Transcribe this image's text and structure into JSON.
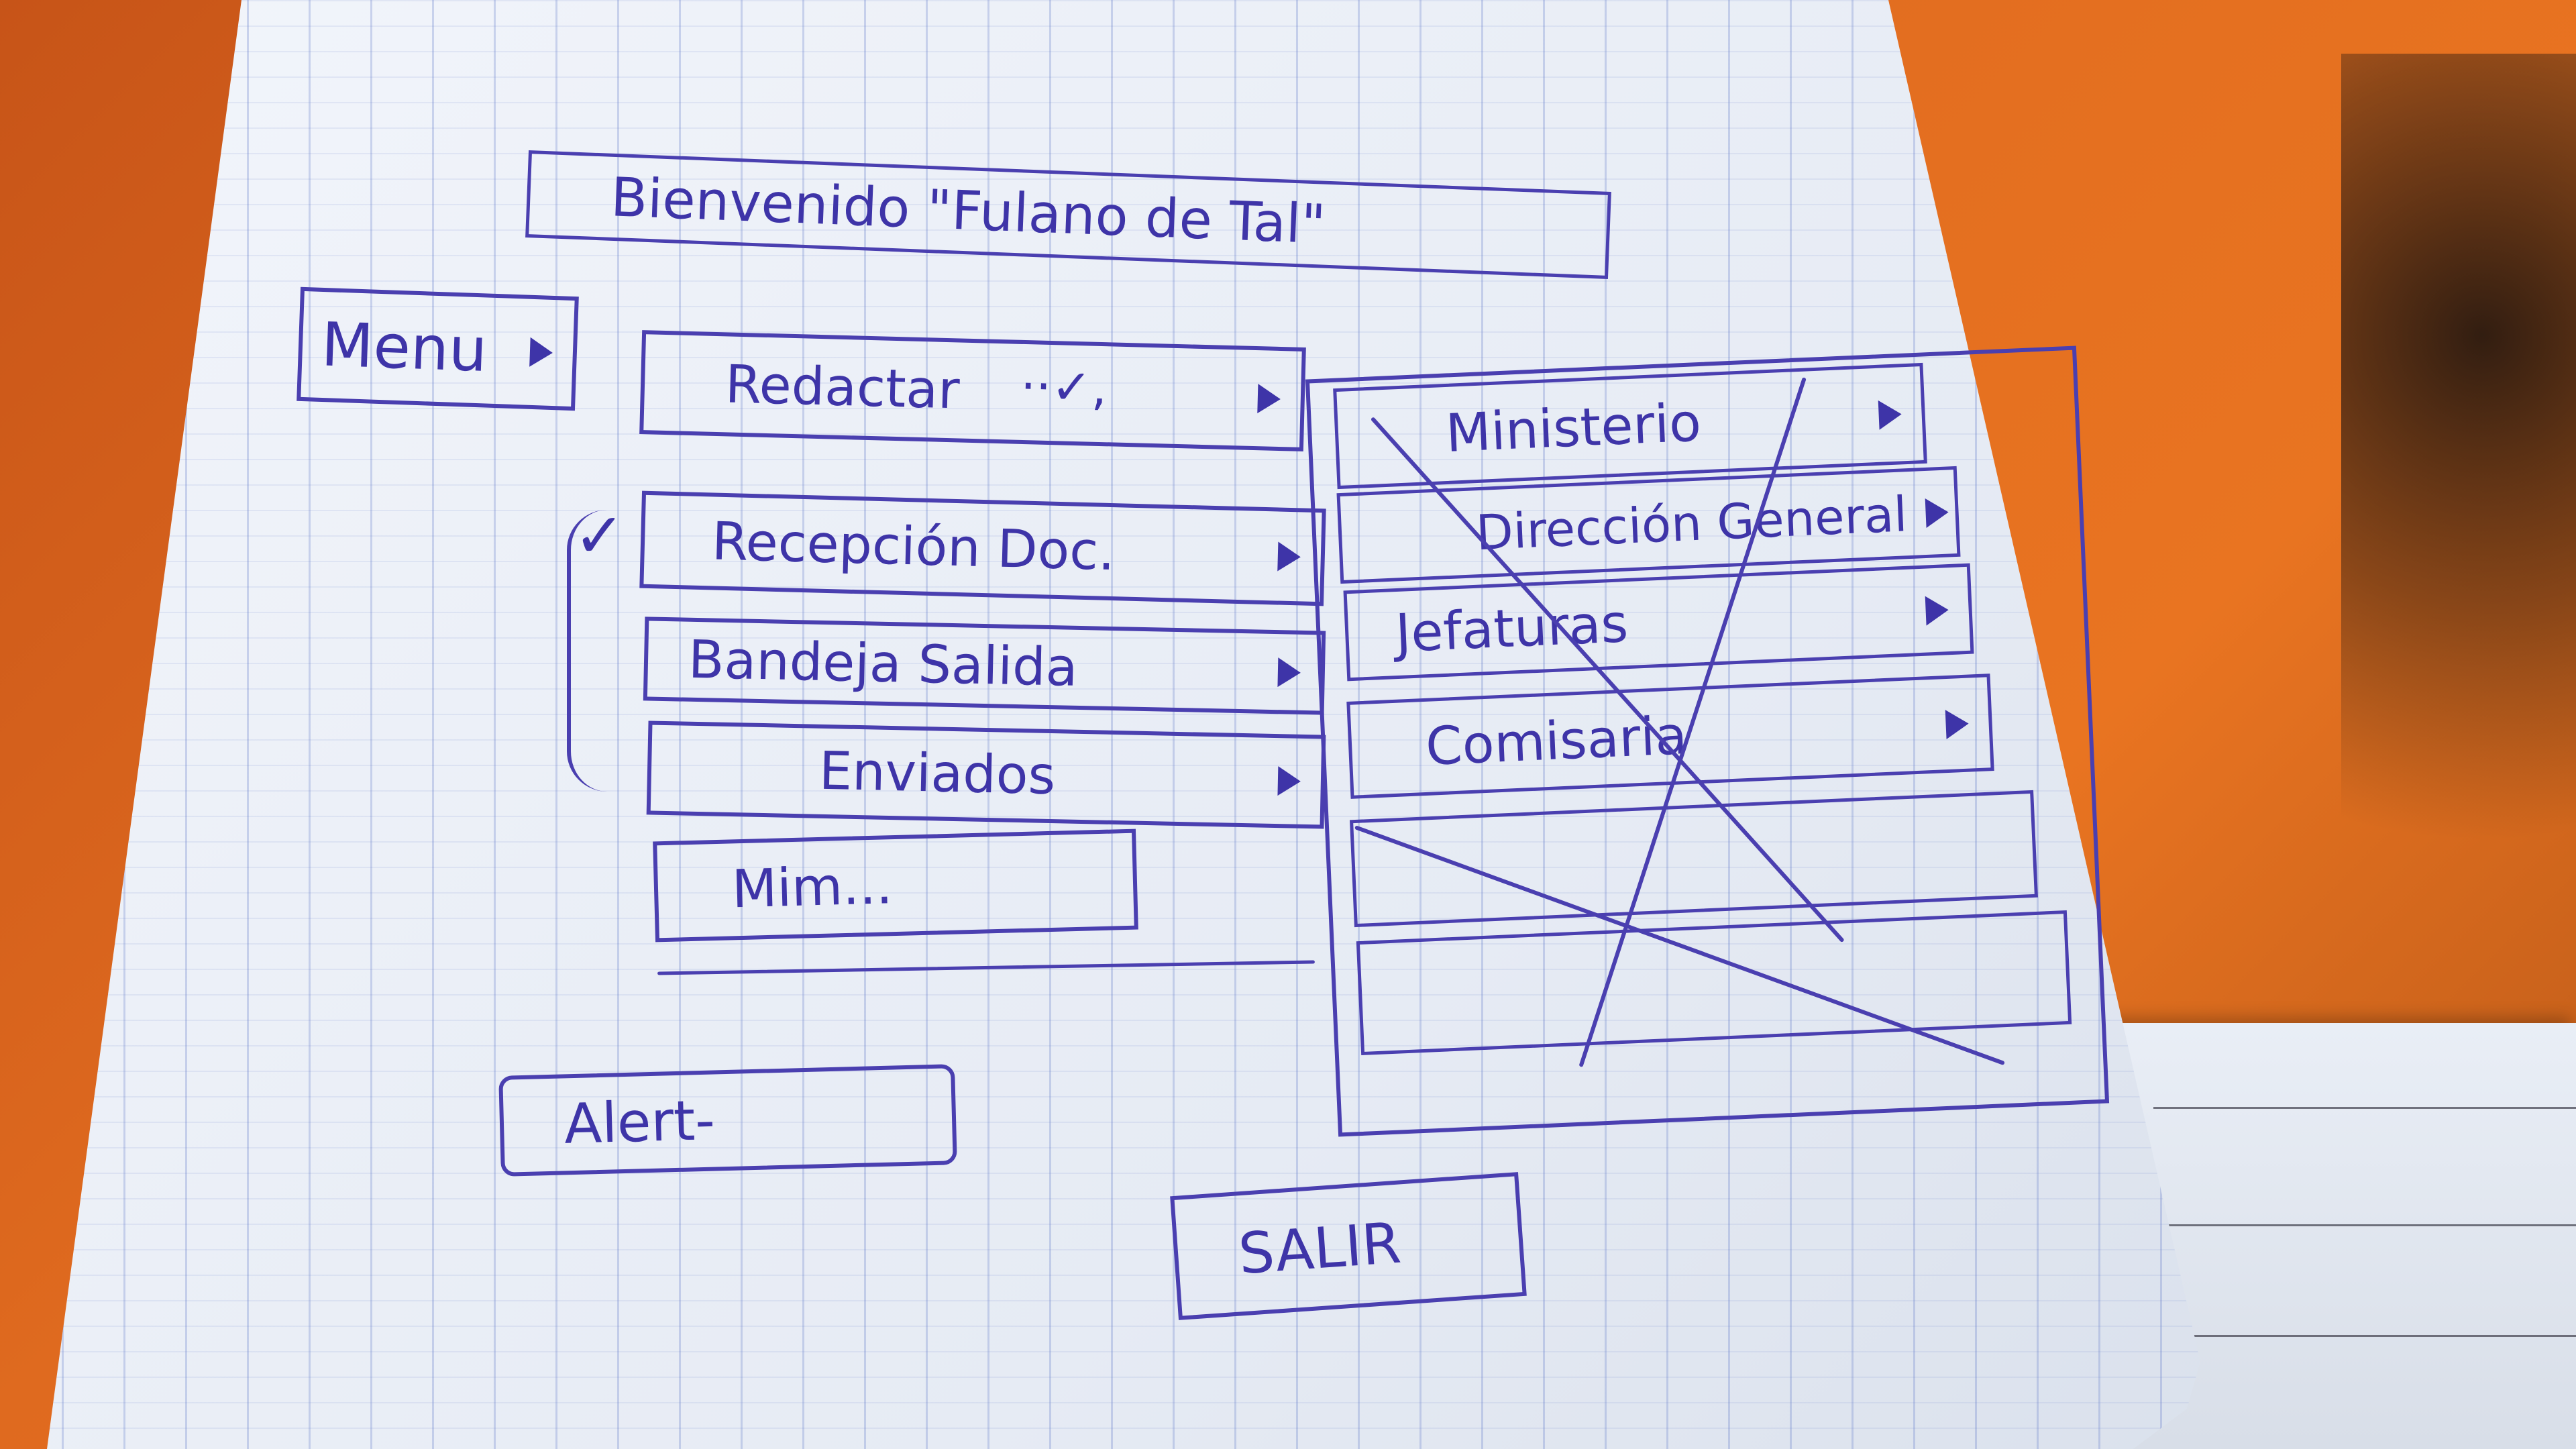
{
  "welcome": "Bienvenido \"Fulano de Tal\"",
  "menu_label": "Menu",
  "menu_items": [
    {
      "label": "Redactar",
      "extra": "··✓,"
    },
    {
      "label": "Recepción Doc."
    },
    {
      "label": "Bandeja Salida"
    },
    {
      "label": "Enviados"
    },
    {
      "label": "Mim..."
    }
  ],
  "submenu_items": [
    {
      "label": "Ministerio"
    },
    {
      "label": "Dirección General"
    },
    {
      "label": "Jefaturas"
    },
    {
      "label": "Comisaria"
    }
  ],
  "alert_label": "Alert-",
  "exit_button": "SALIR",
  "colors": {
    "ink": "#4a3fb0",
    "paper": "#eef2f9",
    "desk": "#e06a1f"
  }
}
